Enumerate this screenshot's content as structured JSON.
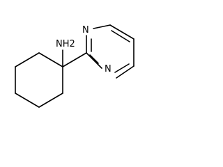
{
  "molecule": {
    "atoms": {
      "amine": "NH2",
      "ring_nitrogen_top": "N",
      "ring_nitrogen_bottom": "N"
    }
  }
}
